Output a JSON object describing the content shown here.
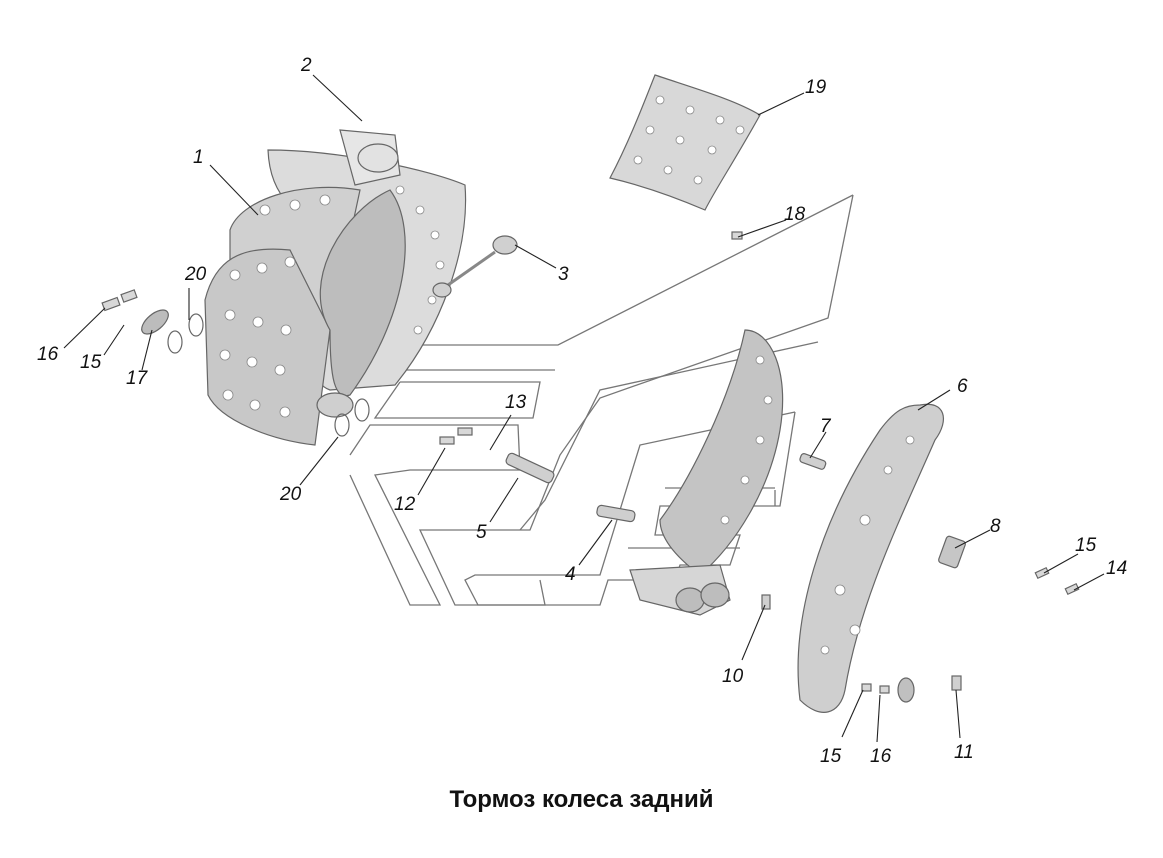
{
  "title": "Тормоз колеса задний",
  "colors": {
    "part_fill": "#d4d4d4",
    "part_dark": "#a8a8a8",
    "part_light": "#ececec",
    "outline": "#666666",
    "text": "#111111"
  },
  "callouts": {
    "c1": "1",
    "c2": "2",
    "c3": "3",
    "c4": "4",
    "c5": "5",
    "c6": "6",
    "c7": "7",
    "c8": "8",
    "c10": "10",
    "c11": "11",
    "c12": "12",
    "c13": "13",
    "c14": "14",
    "c15a": "15",
    "c15b": "15",
    "c15c": "15",
    "c16a": "16",
    "c16b": "16",
    "c17": "17",
    "c18": "18",
    "c19": "19",
    "c20a": "20",
    "c20b": "20"
  }
}
